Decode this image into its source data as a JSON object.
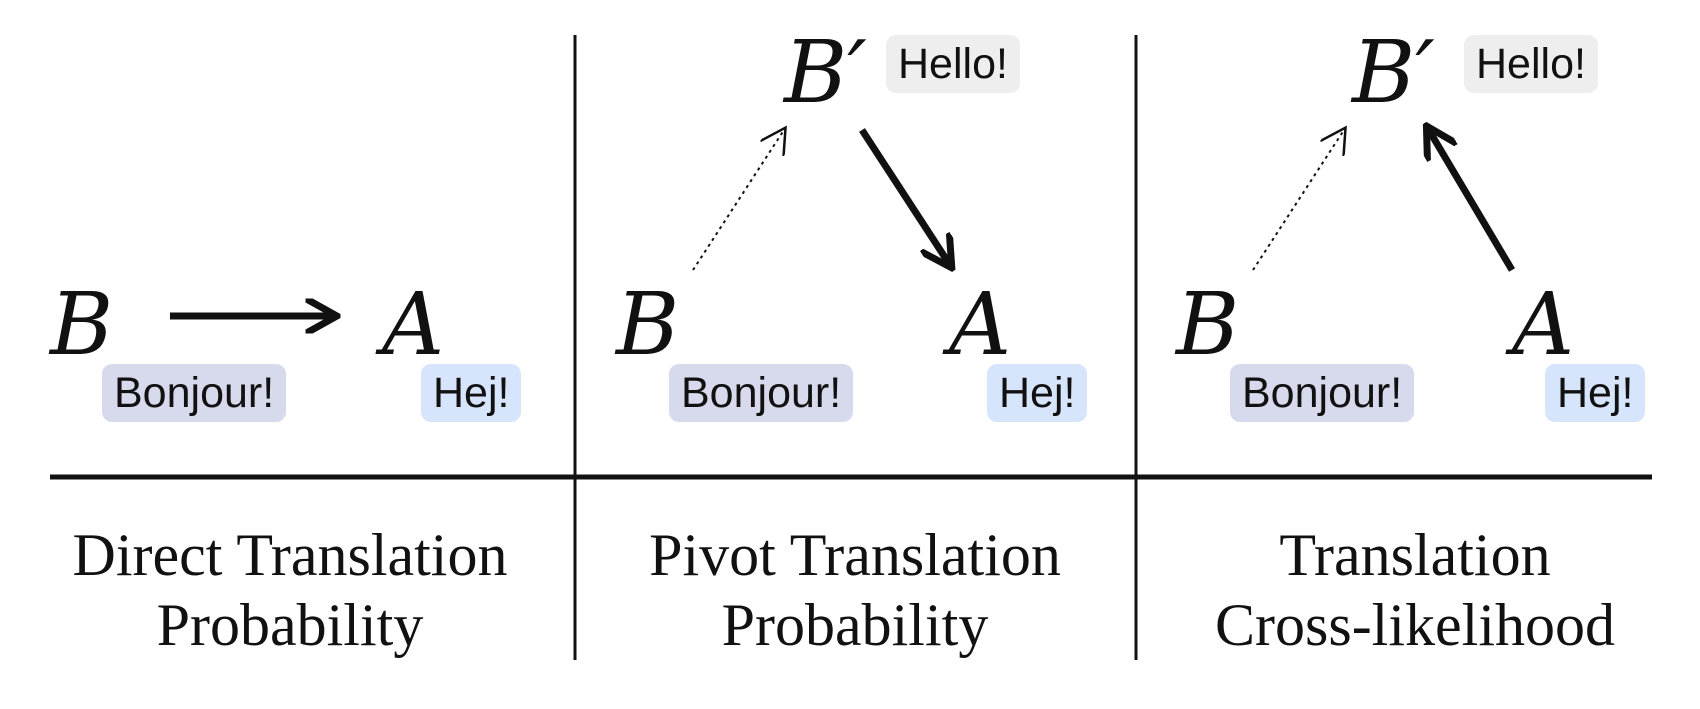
{
  "panels": [
    {
      "source_label": "B",
      "target_label": "A",
      "source_text": "Bonjour!",
      "target_text": "Hej!",
      "caption_line1": "Direct Translation",
      "caption_line2": "Probability"
    },
    {
      "pivot_label": "B′",
      "pivot_text": "Hello!",
      "source_label": "B",
      "target_label": "A",
      "source_text": "Bonjour!",
      "target_text": "Hej!",
      "caption_line1": "Pivot Translation",
      "caption_line2": "Probability"
    },
    {
      "pivot_label": "B′",
      "pivot_text": "Hello!",
      "source_label": "B",
      "target_label": "A",
      "source_text": "Bonjour!",
      "target_text": "Hej!",
      "caption_line1": "Translation",
      "caption_line2": "Cross-likelihood"
    }
  ],
  "colors": {
    "french_chip": "#d7d9ec",
    "swedish_chip": "#d6e5fb",
    "english_chip": "#eeeeee"
  }
}
